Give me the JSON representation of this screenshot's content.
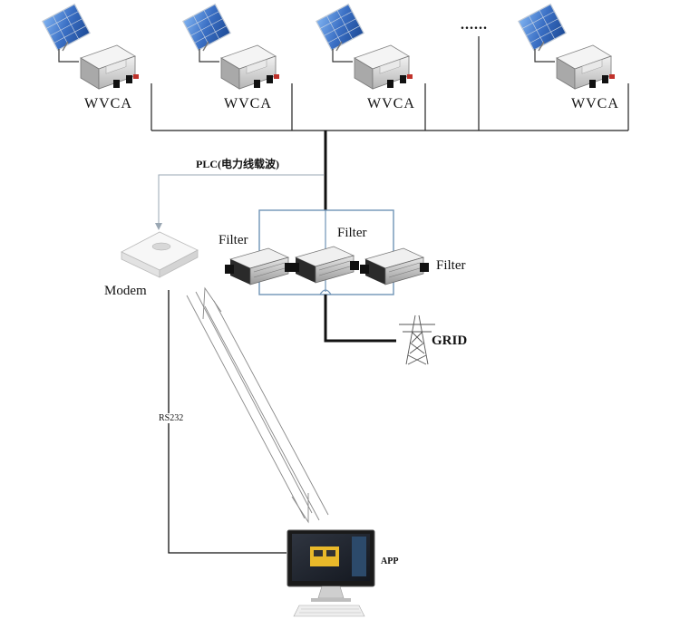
{
  "inverter_label": "WVCA",
  "ellipsis": "......",
  "plc_label": "PLC(电力线载波)",
  "filter_label": "Filter",
  "modem_label": "Modem",
  "rs232_label": "RS232",
  "grid_label": "GRID",
  "app_label": "APP",
  "colors": {
    "line": "#222222",
    "plc_line": "#9aa7b3",
    "filter_box": "#6f93b6",
    "panel": "#3d6fc1",
    "inverter_body": "#d9d9d9"
  }
}
